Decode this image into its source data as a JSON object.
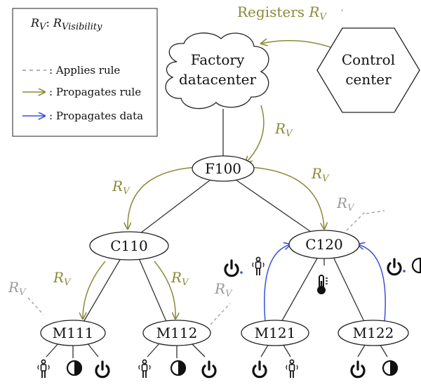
{
  "legend": {
    "title_main": "R",
    "title_main_sub": "V",
    "title_sep": ": ",
    "title_vis": "R",
    "title_vis_sub": "Visibility",
    "items": [
      {
        "label": ": Applies rule",
        "style": "dashed-gray"
      },
      {
        "label": ": Propagates rule",
        "style": "arrow-olive"
      },
      {
        "label": ": Propagates data",
        "style": "arrow-blue"
      }
    ]
  },
  "top_label": {
    "text": "Registers ",
    "rv": "R",
    "rv_sub": "V"
  },
  "nodes": {
    "datacenter": {
      "line1": "Factory",
      "line2": "datacenter"
    },
    "control": {
      "line1": "Control",
      "line2": "center"
    },
    "f100": "F100",
    "c110": "C110",
    "c120": "C120",
    "m111": "M111",
    "m112": "M112",
    "m121": "M121",
    "m122": "M122"
  },
  "rv_labels": {
    "main": "R",
    "sub": "V"
  },
  "colors": {
    "olive": "#8a8a3a",
    "blue": "#3b4fd8",
    "gray": "#9a9a9a",
    "line": "#333333"
  },
  "icons": [
    "power-icon",
    "contrast-icon",
    "person-icon",
    "thermometer-icon"
  ]
}
